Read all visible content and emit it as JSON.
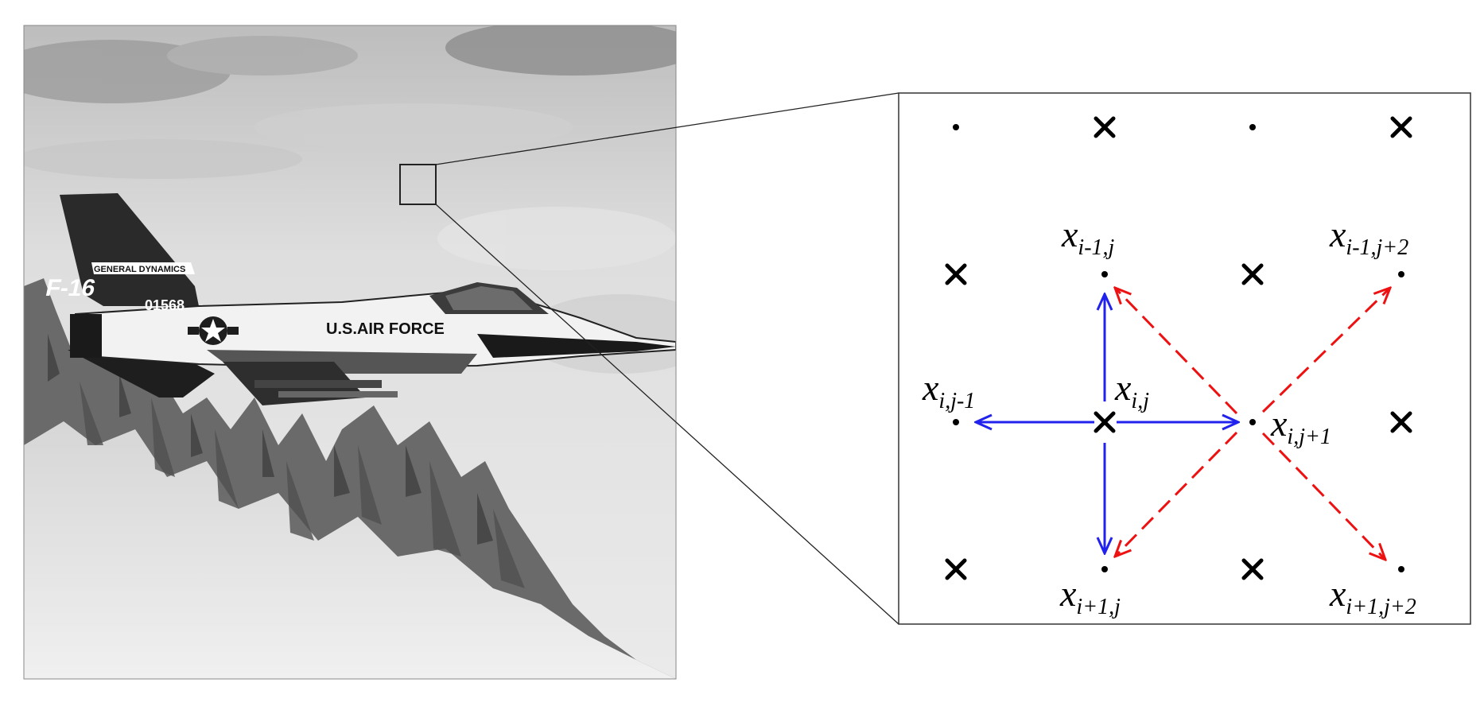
{
  "photo": {
    "aircraft_tail_brand": "GENERAL DYNAMICS",
    "aircraft_tail_model": "F-16",
    "aircraft_tail_number": "01568",
    "aircraft_fuselage_text": "U.S.AIR FORCE"
  },
  "grid": {
    "rows": 4,
    "cols": 4,
    "symbols": [
      "dot",
      "cross",
      "dot",
      "cross",
      "cross",
      "dot",
      "cross",
      "dot",
      "dot",
      "cross",
      "dot",
      "cross",
      "cross",
      "dot",
      "cross",
      "dot"
    ]
  },
  "labels": {
    "l1": {
      "base": "x",
      "sub": "i-1,j"
    },
    "l2": {
      "base": "x",
      "sub": "i-1,j+2"
    },
    "l3": {
      "base": "x",
      "sub": "i,j-1"
    },
    "l4": {
      "base": "x",
      "sub": "i,j"
    },
    "l5": {
      "base": "x",
      "sub": "i,j+1"
    },
    "l6": {
      "base": "x",
      "sub": "i+1,j"
    },
    "l7": {
      "base": "x",
      "sub": "i+1,j+2"
    }
  },
  "colors": {
    "blue_arrow": "#2222ee",
    "red_dashed_arrow": "#ee1111",
    "outline": "#333333"
  }
}
